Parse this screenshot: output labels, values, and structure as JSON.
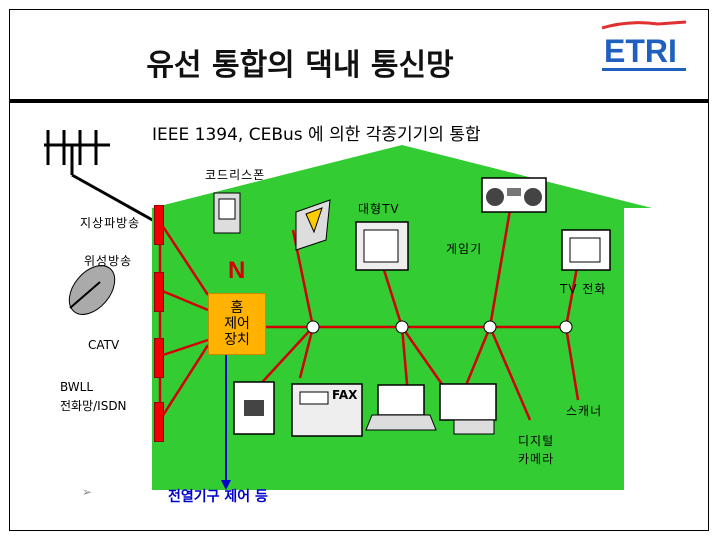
{
  "header": {
    "title": "유선 통합의 댁내 통신망",
    "logo_text": "ETRI"
  },
  "subtitle": "IEEE 1394, CEBus 에 의한 각종기기의 통합",
  "labels": {
    "cordless_phone": "코드리스폰",
    "large_tv": "대형TV",
    "terrestrial": "지상파방송",
    "satellite": "위성방송",
    "catv": "CATV",
    "bwll_line1": "BWLL",
    "bwll_line2": "전화망/ISDN",
    "game": "게임기",
    "tv_phone": "TV 전화",
    "scanner": "스캐너",
    "camera_line1": "디지털",
    "camera_line2": "카메라",
    "fax": "FAX",
    "control_line1": "홈",
    "control_line2": "제어",
    "control_line3": "장치",
    "appliance_control": "전열기구 제어 등"
  },
  "colors": {
    "house": "#33cc33",
    "wire": "#d40000",
    "outlet": "#e00000",
    "control_box": "#ffb300",
    "control_link": "#0000cc"
  }
}
